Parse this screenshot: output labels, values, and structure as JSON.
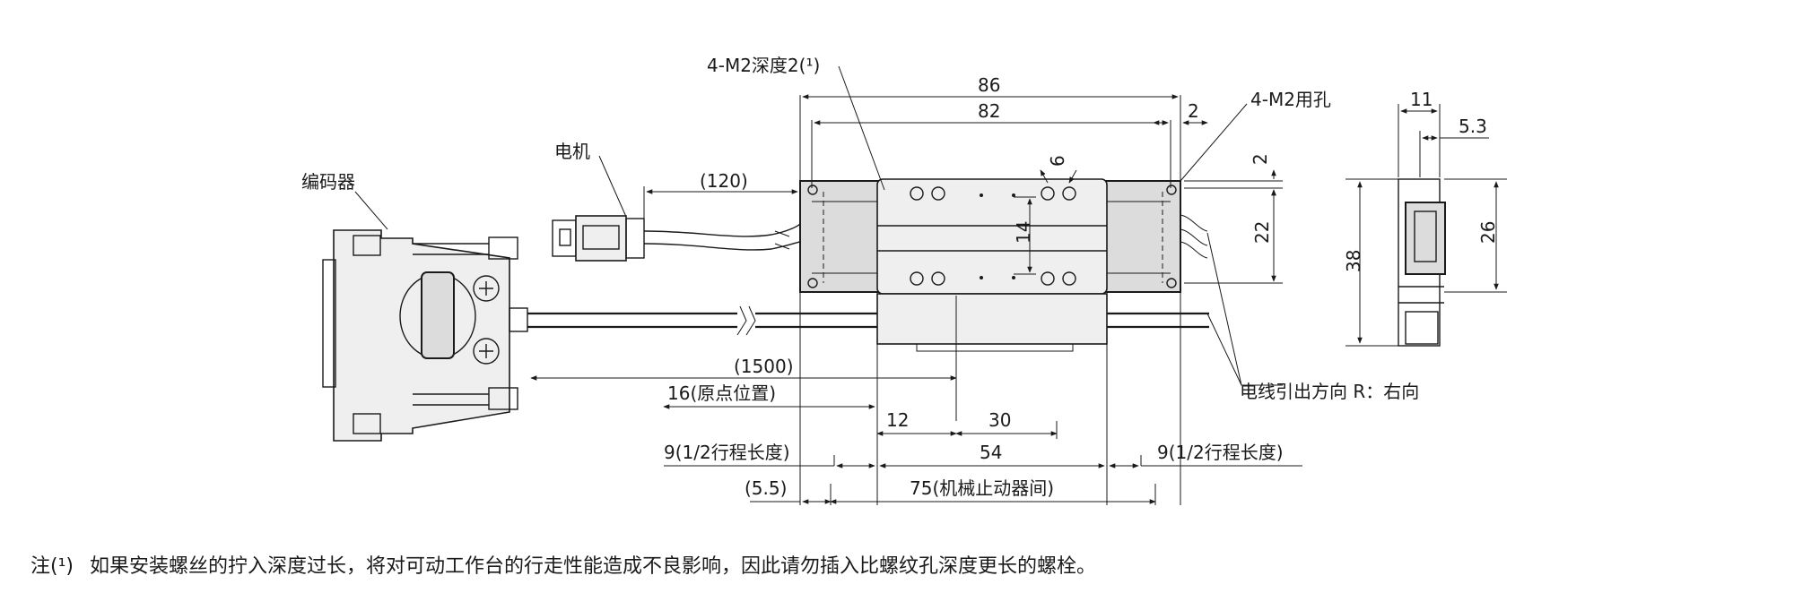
{
  "labels": {
    "screw_depth": "4-M2深度2(¹)",
    "through_hole": "4-M2用孔",
    "motor": "电机",
    "encoder": "编码器",
    "cable_out": "电线引出方向  R：右向"
  },
  "dims": {
    "d86": "86",
    "d82": "82",
    "d2_top": "2",
    "d120": "(120)",
    "d6": "6",
    "d14": "14",
    "d2_right": "2",
    "d22": "22",
    "d1500": "(1500)",
    "d16": "16(原点位置)",
    "d12": "12",
    "d30": "30",
    "d9_left": "9(1/2行程长度)",
    "d54": "54",
    "d9_right": "9(1/2行程长度)",
    "d5_5": "(5.5)",
    "d75": "75(机械止动器间)",
    "d11": "11",
    "d5_3": "5.3",
    "d38": "38",
    "d26": "26"
  },
  "note": {
    "mark": "注(¹)",
    "text": "如果安装螺丝的拧入深度过长，将对可动工作台的行走性能造成不良影响，因此请勿插入比螺纹孔深度更长的螺栓。"
  }
}
